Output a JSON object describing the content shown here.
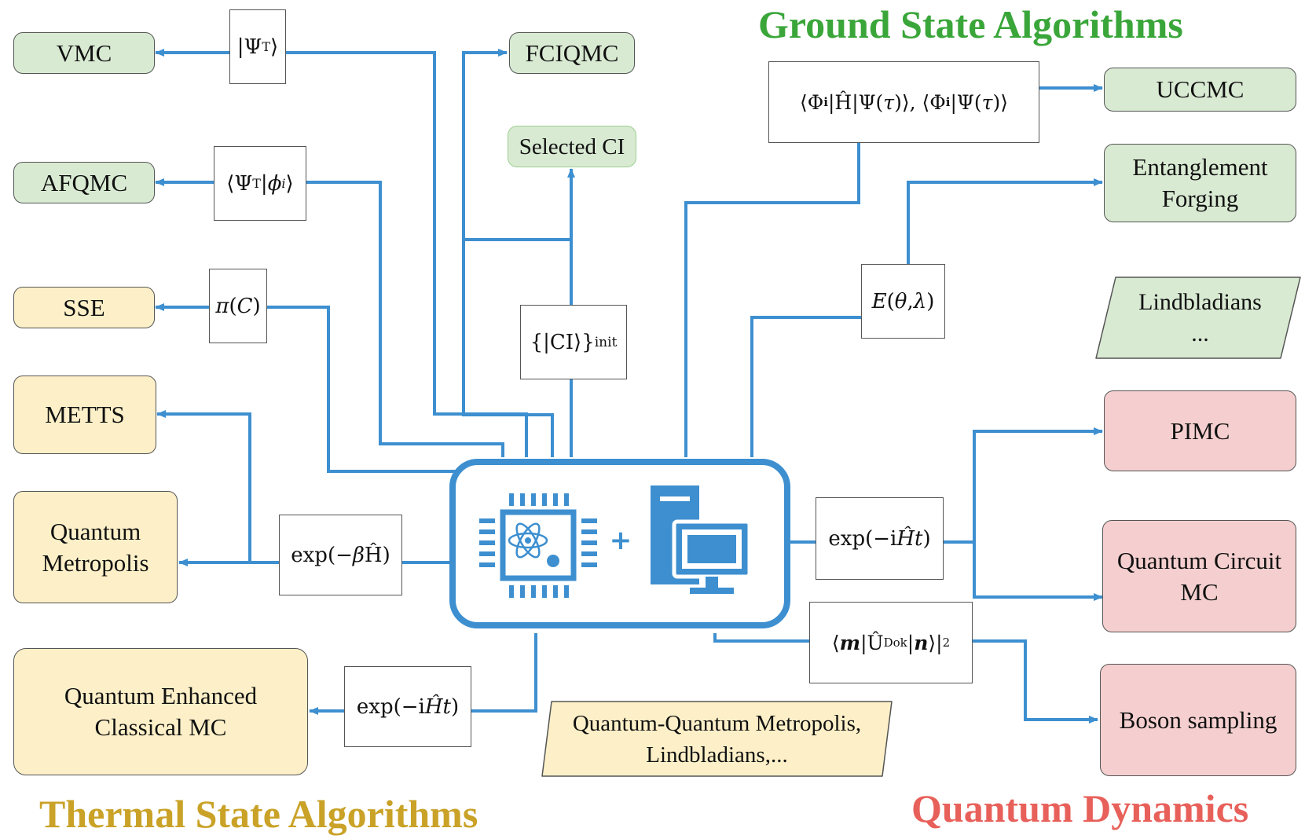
{
  "titles": {
    "ground": "Ground State Algorithms",
    "thermal": "Thermal State  Algorithms",
    "dynamics": "Quantum Dynamics"
  },
  "colors": {
    "ground_title": "#3aa63a",
    "thermal_title": "#c9a227",
    "dynamics_title": "#e8605a",
    "arrow": "#3d8fd0",
    "green_box": "#d9ead3",
    "yellow_box": "#fdf0c8",
    "red_box": "#f5cfcf"
  },
  "boxes": {
    "vmc": "VMC",
    "afqmc": "AFQMC",
    "sse": "SSE",
    "metts": "METTS",
    "quantum_metropolis_1": "Quantum",
    "quantum_metropolis_2": "Metropolis",
    "qecmc_1": "Quantum Enhanced",
    "qecmc_2": "Classical MC",
    "fciqmc": "FCIQMC",
    "selected_ci": "Selected CI",
    "uccmc": "UCCMC",
    "entanglement_1": "Entanglement",
    "entanglement_2": "Forging",
    "lindbladians_gs_1": "Lindbladians",
    "lindbladians_gs_2": "...",
    "pimc": "PIMC",
    "qcmc_1": "Quantum Circuit",
    "qcmc_2": "MC",
    "boson": "Boson sampling",
    "qq_metropolis_1": "Quantum-Quantum Metropolis,",
    "qq_metropolis_2": "Lindbladians,..."
  },
  "center": {
    "plus": "+",
    "quantum_chip_icon": "quantum-chip-icon",
    "computer_icon": "desktop-computer-icon"
  }
}
